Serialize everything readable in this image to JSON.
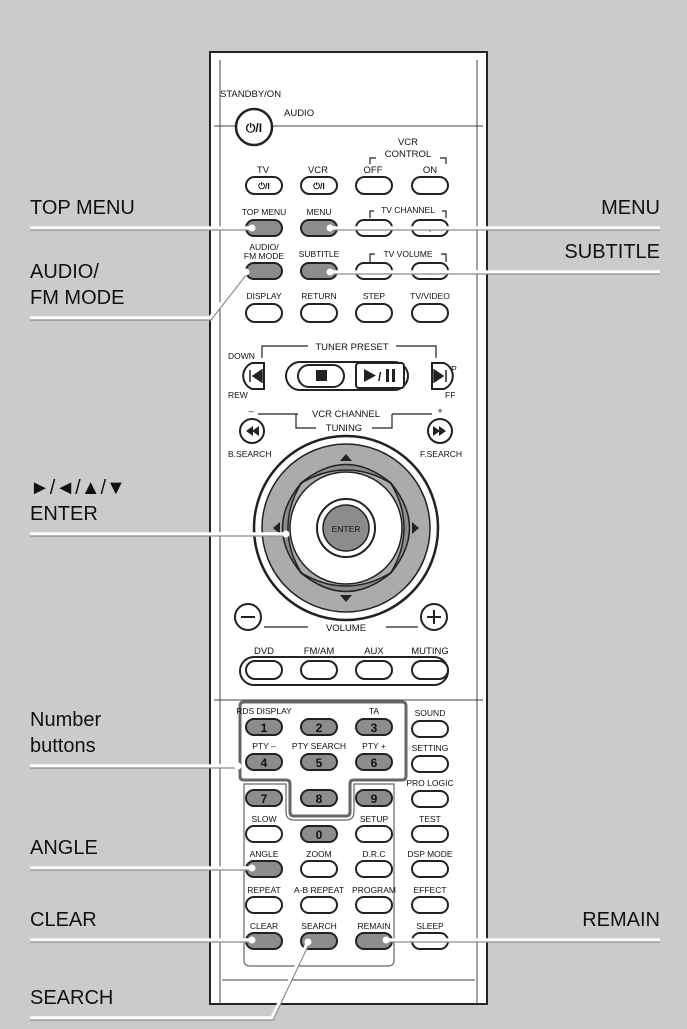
{
  "callouts_left": {
    "top_menu": "TOP MENU",
    "audio_fm_line1": "AUDIO/",
    "audio_fm_line2": "FM MODE",
    "arrows_line1": "►/◄/▲/▼",
    "arrows_line2": "ENTER",
    "number_line1": "Number",
    "number_line2": "buttons",
    "angle": "ANGLE",
    "clear": "CLEAR",
    "search": "SEARCH"
  },
  "callouts_right": {
    "menu": "MENU",
    "subtitle": "SUBTITLE",
    "remain": "REMAIN"
  },
  "remote": {
    "standby_on": "STANDBY/ON",
    "audio": "AUDIO",
    "power_glyph": "⏻/I",
    "tv": "TV",
    "vcr": "VCR",
    "vcr_control_line1": "VCR",
    "vcr_control_line2": "CONTROL",
    "off": "OFF",
    "on": "ON",
    "top_menu": "TOP MENU",
    "menu": "MENU",
    "tv_channel": "TV CHANNEL",
    "audio_fm_line1": "AUDIO/",
    "audio_fm_line2": "FM MODE",
    "subtitle": "SUBTITLE",
    "tv_volume": "TV VOLUME",
    "minus": "–",
    "plus": "+",
    "display": "DISPLAY",
    "return": "RETURN",
    "step": "STEP",
    "tv_video": "TV/VIDEO",
    "down": "DOWN",
    "tuner_preset": "TUNER PRESET",
    "up": "UP",
    "rew": "REW",
    "ff": "FF",
    "vcr_channel": "VCR CHANNEL",
    "tuning": "TUNING",
    "b_search": "B.SEARCH",
    "f_search": "F.SEARCH",
    "enter": "ENTER",
    "volume": "VOLUME",
    "dvd": "DVD",
    "fm_am": "FM/AM",
    "aux": "AUX",
    "muting": "MUTING",
    "rds_display": "RDS DISPLAY",
    "ta": "TA",
    "sound": "SOUND",
    "pty_minus": "PTY –",
    "pty_search": "PTY SEARCH",
    "pty_plus": "PTY +",
    "setting": "SETTING",
    "pro_logic": "PRO LOGIC",
    "num1": "1",
    "num2": "2",
    "num3": "3",
    "num4": "4",
    "num5": "5",
    "num6": "6",
    "num7": "7",
    "num8": "8",
    "num9": "9",
    "num0": "0",
    "slow": "SLOW",
    "setup": "SETUP",
    "test": "TEST",
    "angle": "ANGLE",
    "zoom": "ZOOM",
    "drc": "D.R.C",
    "dsp_mode": "DSP MODE",
    "repeat": "REPEAT",
    "ab_repeat": "A-B REPEAT",
    "program": "PROGRAM",
    "effect": "EFFECT",
    "clear": "CLEAR",
    "search": "SEARCH",
    "remain": "REMAIN",
    "sleep": "SLEEP"
  },
  "colors": {
    "background": "#c9cbcd",
    "remote_body": "#ffffff",
    "button_dark": "#8a8c8e",
    "ring_gray": "#a9abad"
  }
}
